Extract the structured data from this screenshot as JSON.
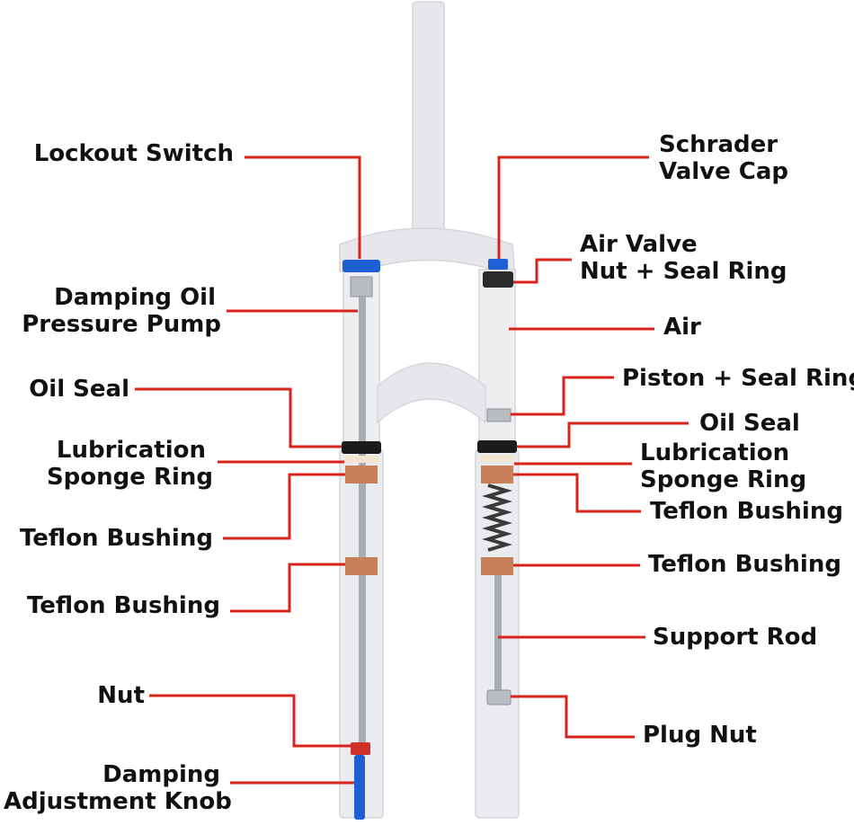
{
  "colors": {
    "leader_line": "#d9231d",
    "fork_body": "#e6e7ea",
    "stanchion": "#cfd2d6",
    "bushing": "#c8805a",
    "seal": "#1b1b1b",
    "anodized_blue": "#1f5fd6",
    "anodized_red": "#d0302a"
  },
  "labels": {
    "lockout_switch": "Lockout Switch",
    "damping_pump_1": "Damping Oil",
    "damping_pump_2": "Pressure Pump",
    "oil_seal_left": "Oil Seal",
    "lube_left_1": "Lubrication",
    "lube_left_2": "Sponge Ring",
    "teflon_left_1": "Teflon Bushing",
    "teflon_left_2": "Teflon Bushing",
    "nut": "Nut",
    "damp_knob_1": "Damping",
    "damp_knob_2": "Adjustment Knob",
    "schrader_1": "Schrader",
    "schrader_2": "Valve Cap",
    "air_valve_1": "Air Valve",
    "air_valve_2": "Nut + Seal Ring",
    "air": "Air",
    "piston": "Piston + Seal Ring",
    "oil_seal_right": "Oil Seal",
    "lube_right_1": "Lubrication",
    "lube_right_2": "Sponge Ring",
    "teflon_right_1": "Teflon Bushing",
    "teflon_right_2": "Teflon Bushing",
    "support_rod": "Support Rod",
    "plug_nut": "Plug Nut"
  }
}
